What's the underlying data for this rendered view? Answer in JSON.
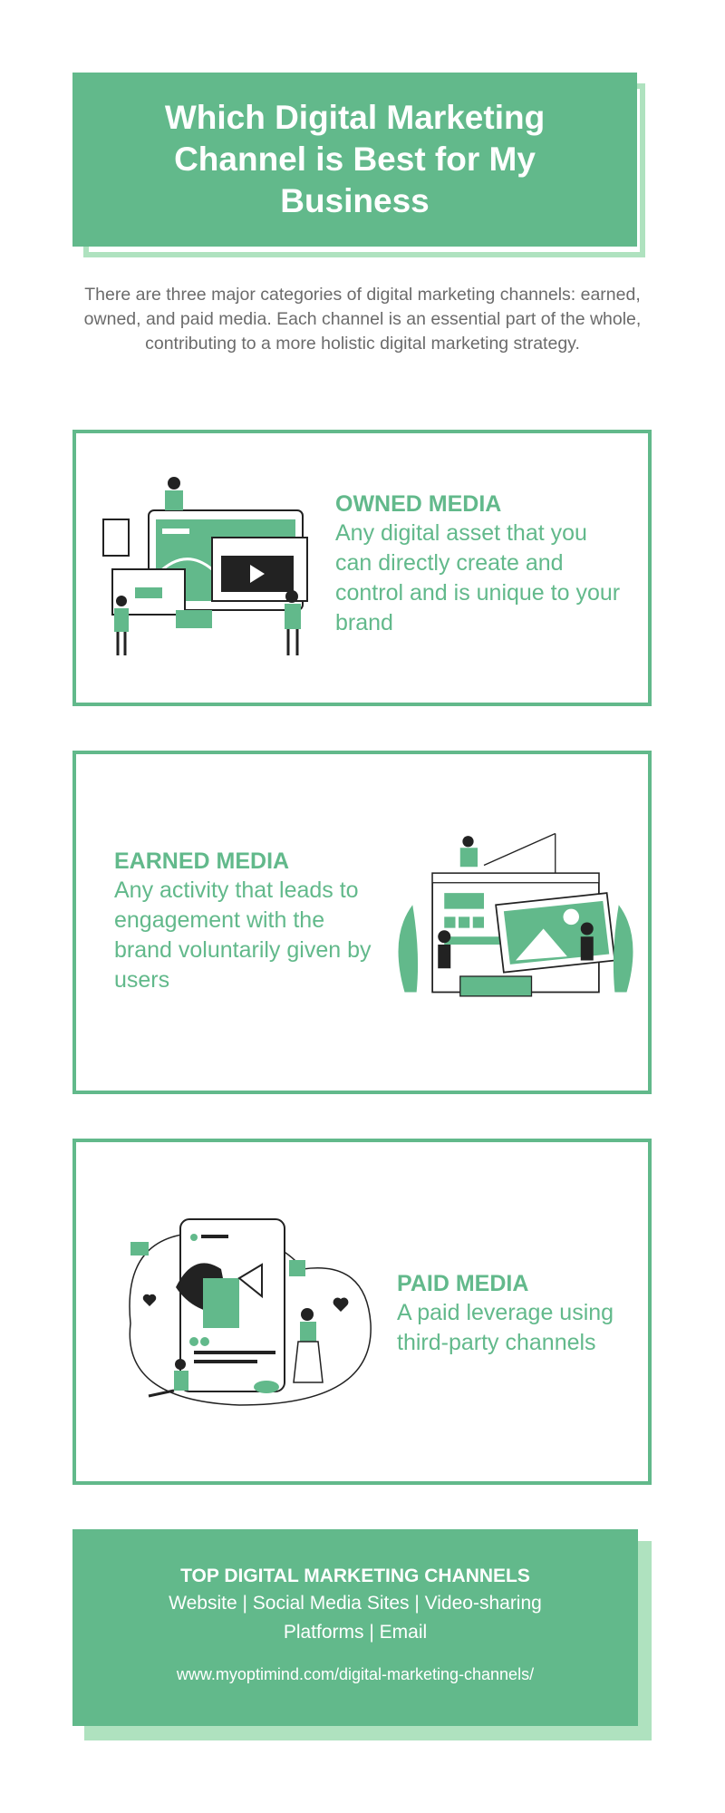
{
  "header": {
    "title": "Which Digital Marketing Channel is Best for My Business"
  },
  "intro": "There are three major categories of digital marketing channels: earned, owned, and paid media. Each channel is an essential part of the whole, contributing to a more holistic digital marketing strategy.",
  "cards": [
    {
      "heading": "OWNED MEDIA",
      "body": "Any digital asset that you can directly create and control and is unique to your brand",
      "illustration": "website-dashboard-illustration"
    },
    {
      "heading": "EARNED MEDIA",
      "body": "Any activity that leads to engagement with the brand voluntarily given by users",
      "illustration": "web-page-engagement-illustration"
    },
    {
      "heading": "PAID MEDIA",
      "body": "A paid leverage using third-party channels",
      "illustration": "social-media-megaphone-illustration"
    }
  ],
  "footer": {
    "heading": "TOP DIGITAL MARKETING CHANNELS",
    "channels": "Website | Social Media Sites | Video-sharing Platforms | Email",
    "url": "www.myoptimind.com/digital-marketing-channels/"
  },
  "colors": {
    "accent": "#62b98b",
    "accent_light": "#afe2bf",
    "text_gray": "#6b6b6b"
  }
}
